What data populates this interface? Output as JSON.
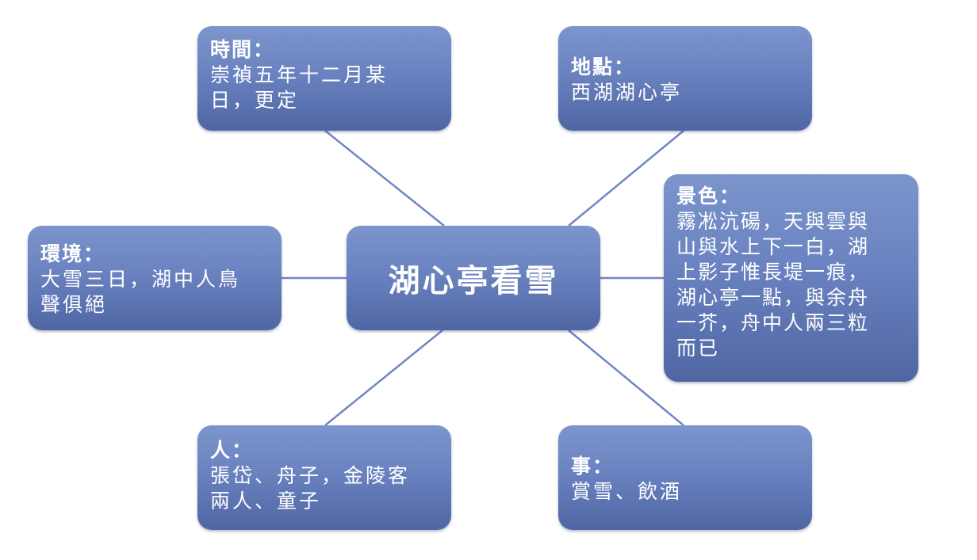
{
  "center": {
    "label": "湖心亭看雪"
  },
  "nodes": {
    "time": {
      "title": "時間：",
      "body": "崇禎五年十二月某\n日，更定"
    },
    "place": {
      "title": "地點：",
      "body": "西湖湖心亭"
    },
    "scene": {
      "title": "景色：",
      "body": "霧凇沆碭，天與雲與\n山與水上下一白，湖\n上影子惟長堤一痕，\n湖心亭一點，與余舟\n一芥，舟中人兩三粒\n而已"
    },
    "env": {
      "title": "環境：",
      "body": "大雪三日，湖中人鳥\n聲俱絕"
    },
    "person": {
      "title": "人：",
      "body": "張岱、舟子，金陵客\n兩人、童子"
    },
    "event": {
      "title": "事：",
      "body": "賞雪、飲酒"
    }
  },
  "colors": {
    "node_top": "#7c95cc",
    "node_bottom": "#4f66a3",
    "connector": "#6f86c4",
    "text": "#ffffff"
  }
}
